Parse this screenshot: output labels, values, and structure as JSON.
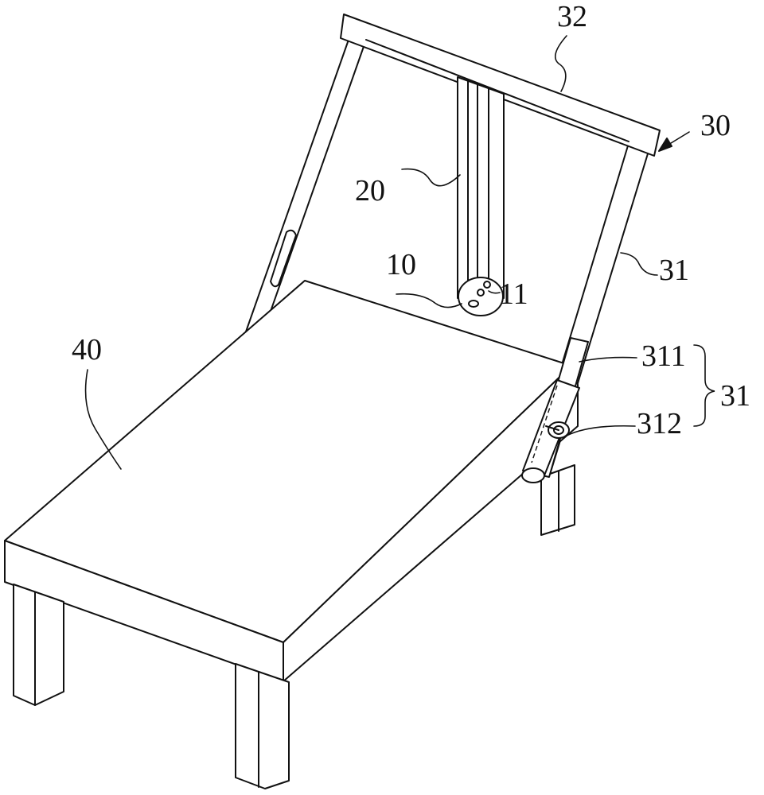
{
  "figure": {
    "labels": {
      "backrest": "30",
      "backrest_upright": "31",
      "top_crossbar": "32",
      "vertical_rail": "20",
      "head_unit": "10",
      "head_holes": "11",
      "sub_part_upper": "311",
      "sub_part_lower": "312",
      "group_label": "31",
      "seat_platform": "40"
    }
  }
}
